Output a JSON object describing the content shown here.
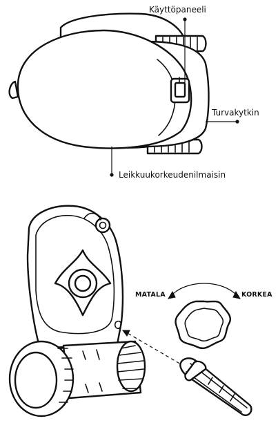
{
  "callouts": {
    "control_panel": "Käyttöpaneeli",
    "safety_switch": "Turvakytkin",
    "cutting_height_indicator": "Leikkuukorkeudenilmaisin"
  },
  "height_adjust": {
    "low": "MATALA",
    "high": "KORKEA"
  }
}
